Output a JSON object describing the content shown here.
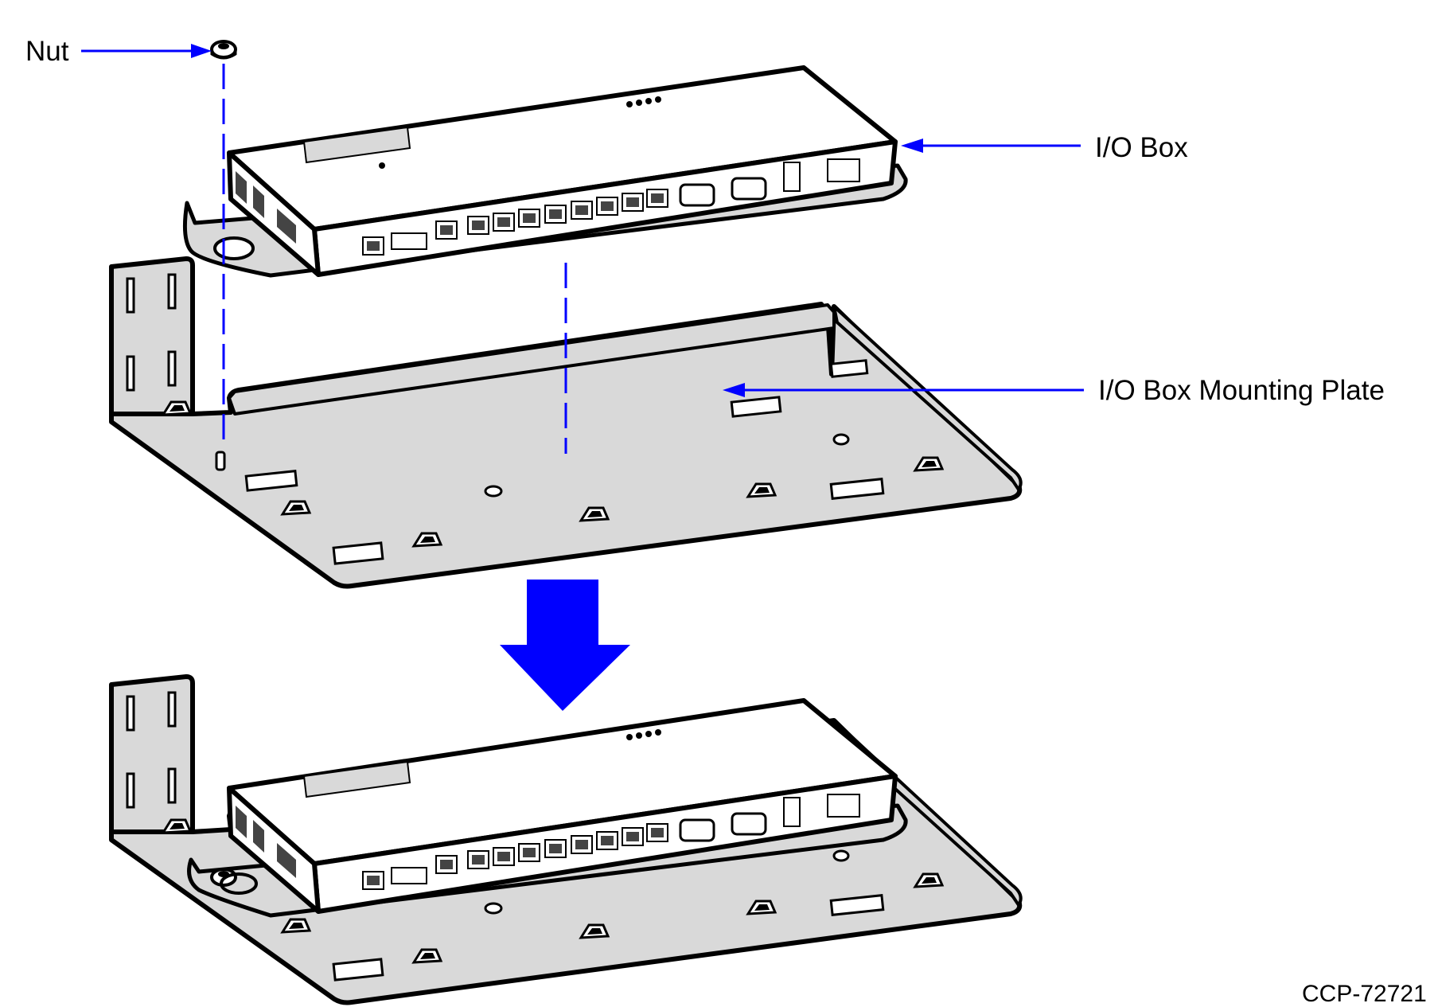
{
  "callouts": {
    "nut": "Nut",
    "io_box": "I/O Box",
    "mounting_plate": "I/O Box Mounting Plate"
  },
  "figure_id": "CCP-72721",
  "colors": {
    "callout_arrow": "#0000ff",
    "plate_fill": "#d9d9d9",
    "box_fill": "#ffffff",
    "outline": "#000000"
  }
}
